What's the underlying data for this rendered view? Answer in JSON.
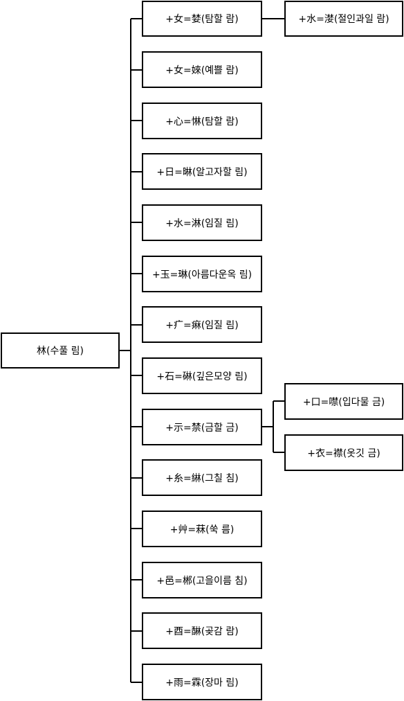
{
  "root": "林(수풀 림)",
  "children": [
    {
      "label": "+女=婪(탐할 람)",
      "children": [
        "+水=漤(절인과일 람)"
      ]
    },
    {
      "label": "+女=婡(예쁠 람)",
      "children": []
    },
    {
      "label": "+心=惏(탐할 람)",
      "children": []
    },
    {
      "label": "+日=晽(알고자할 림)",
      "children": []
    },
    {
      "label": "+水=淋(임질 림)",
      "children": []
    },
    {
      "label": "+玉=琳(아름다운옥 림)",
      "children": []
    },
    {
      "label": "+疒=痳(임질 림)",
      "children": []
    },
    {
      "label": "+石=碄(깊은모양 림)",
      "children": []
    },
    {
      "label": "+示=禁(금할 금)",
      "children": [
        "+口=噤(입다물 금)",
        "+衣=襟(옷깃 금)"
      ]
    },
    {
      "label": "+糸=綝(그칠 침)",
      "children": []
    },
    {
      "label": "+艸=菻(쑥 름)",
      "children": []
    },
    {
      "label": "+邑=郴(고을이름 침)",
      "children": []
    },
    {
      "label": "+酉=醂(곶감 람)",
      "children": []
    },
    {
      "label": "+雨=霖(장마 림)",
      "children": []
    }
  ]
}
